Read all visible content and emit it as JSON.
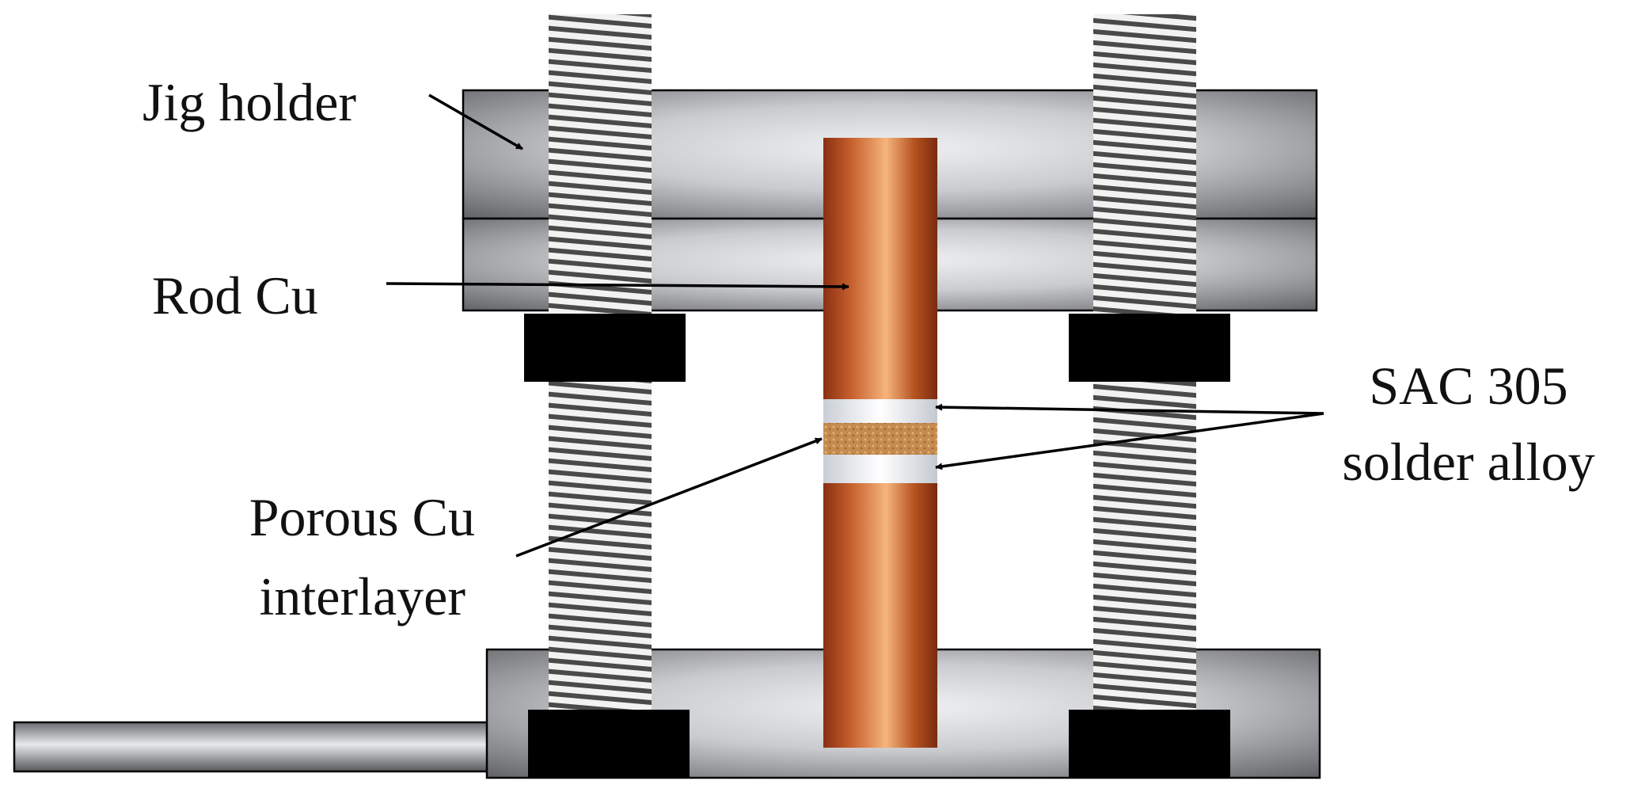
{
  "labels": {
    "jig_holder": "Jig holder",
    "rod_cu": "Rod Cu",
    "porous_line1": "Porous Cu",
    "porous_line2": "interlayer",
    "sac_line1": "SAC 305",
    "sac_line2": "solder alloy"
  },
  "colors": {
    "steel_light": "#e6e8ea",
    "steel_dark": "#5e6064",
    "nut": "#000000",
    "copper_light": "#f6b47c",
    "copper_dark": "#8a3012",
    "solder": "#e8ecf0",
    "porous": "#c58a4e"
  }
}
